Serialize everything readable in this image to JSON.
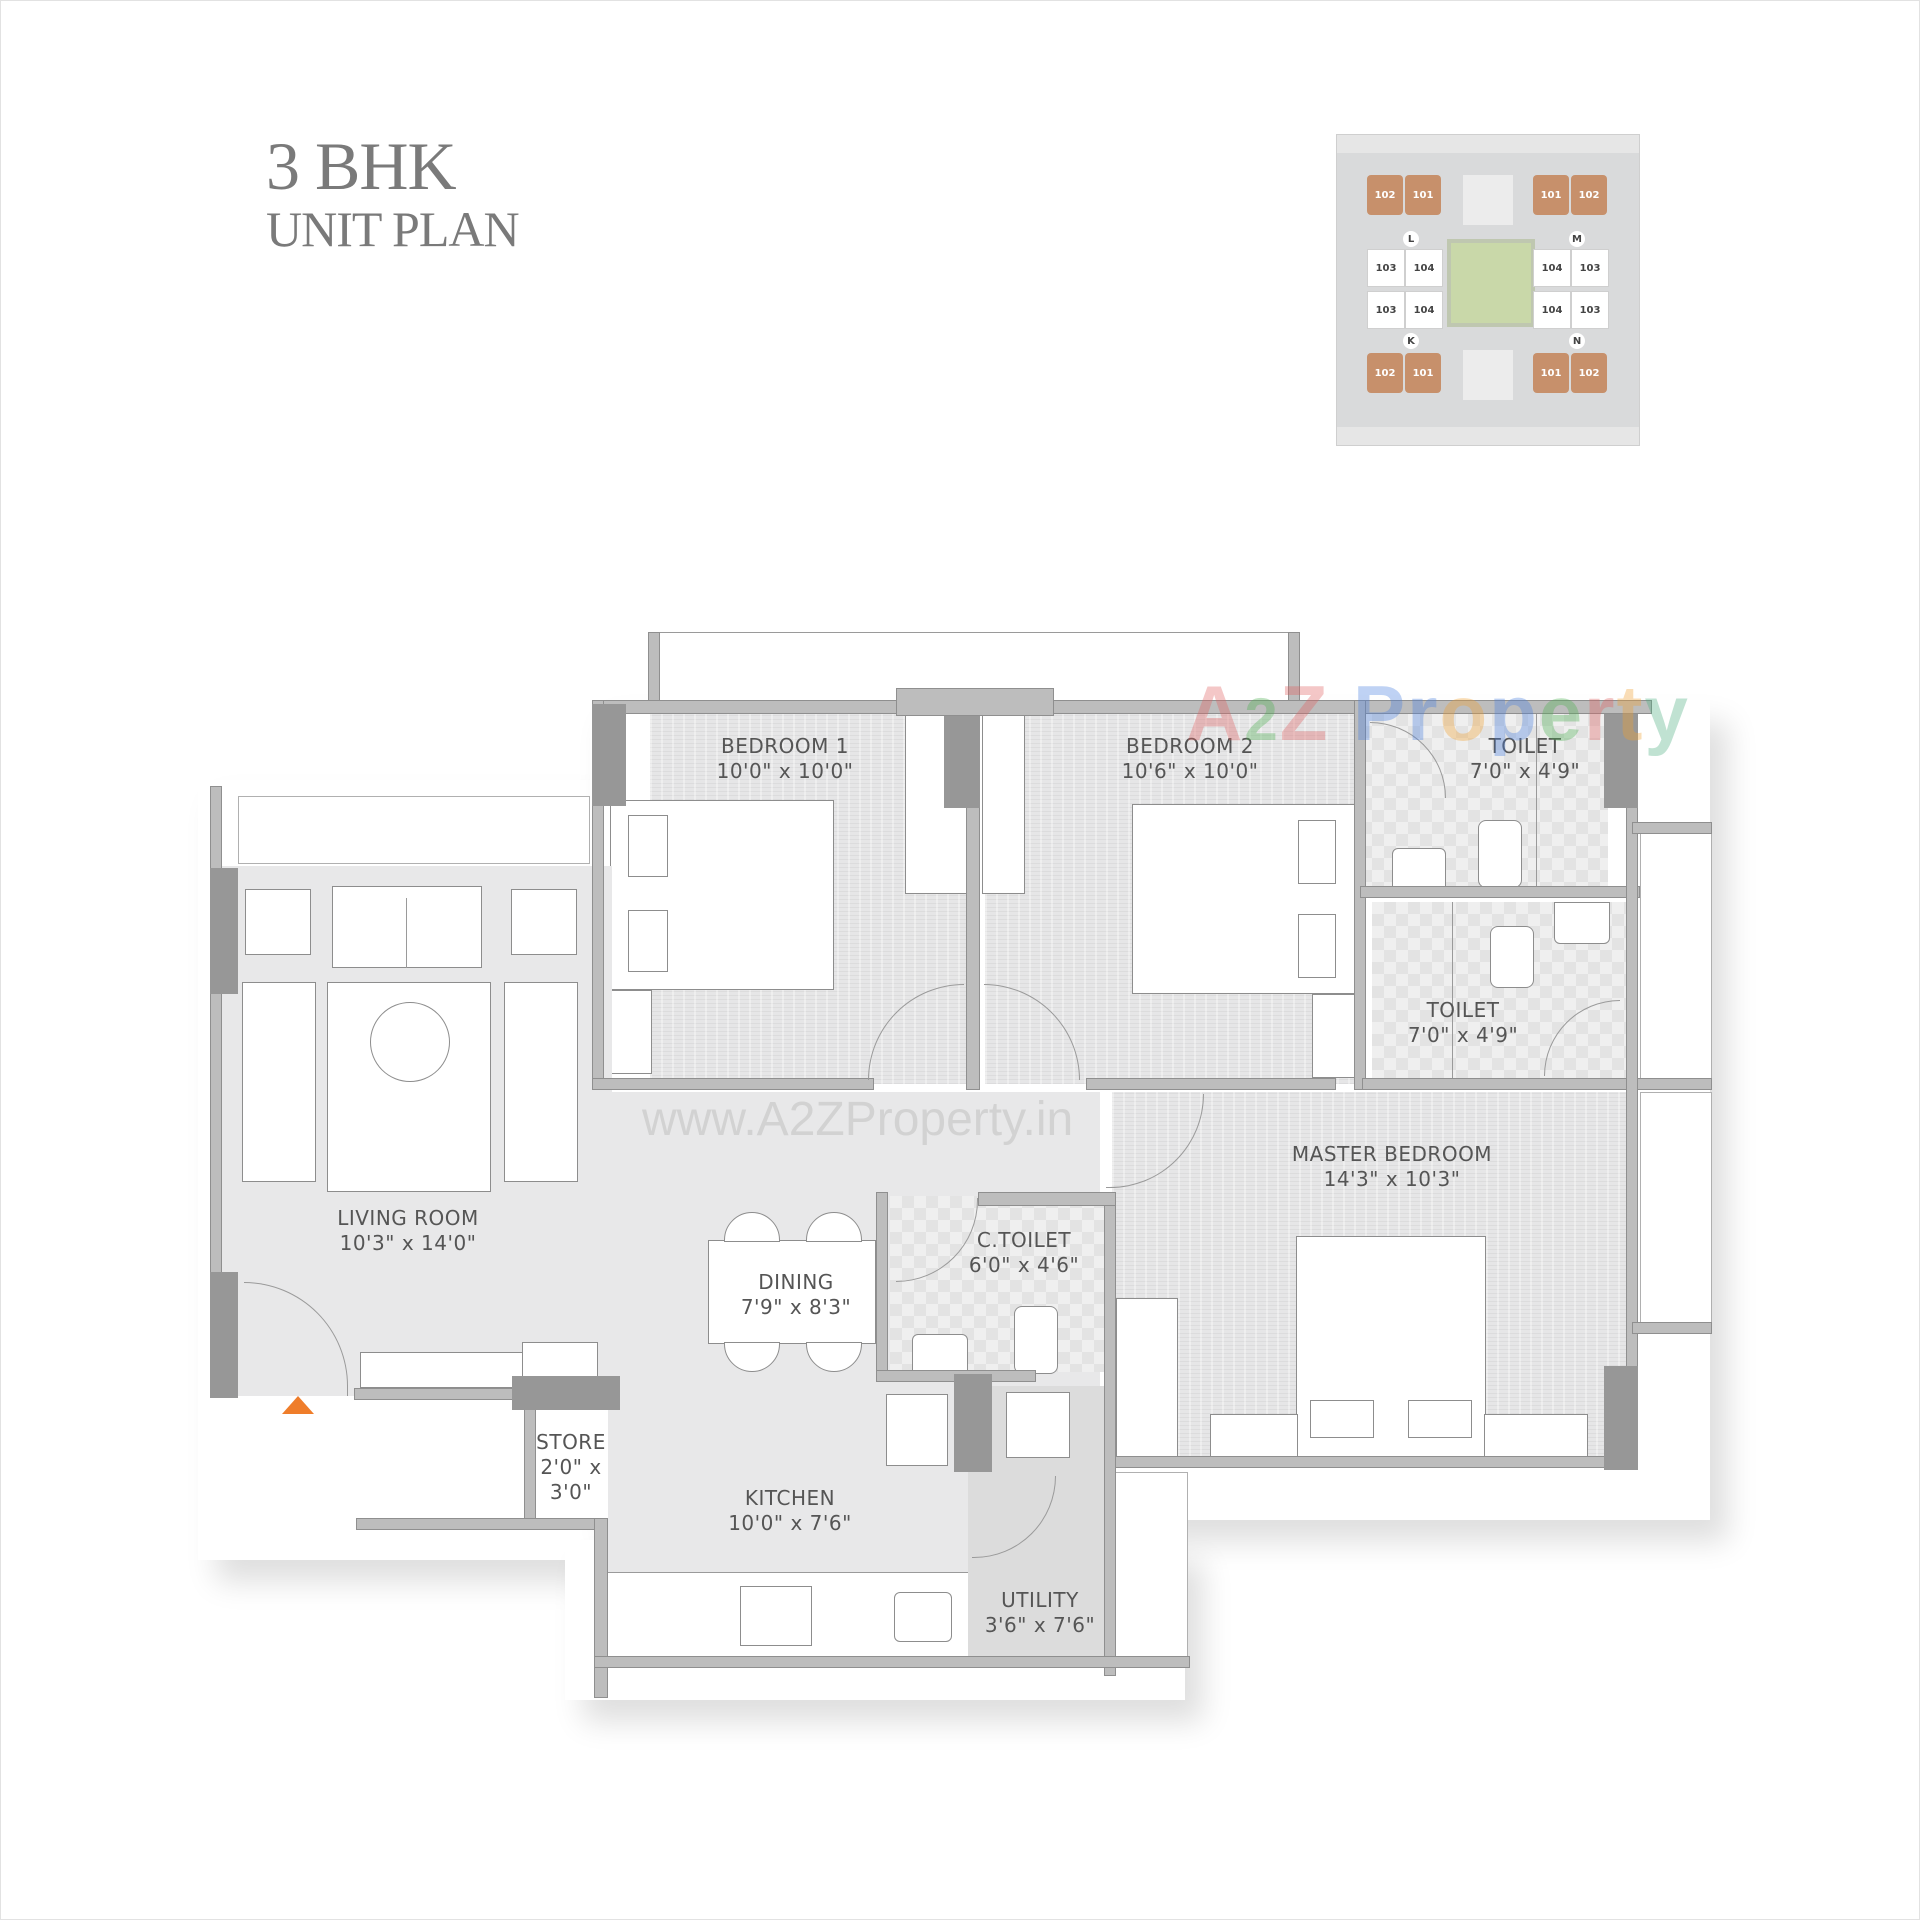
{
  "header": {
    "title_line1": "3 BHK",
    "title_line2": "UNIT PLAN"
  },
  "key_plan": {
    "units": [
      {
        "tower": "L",
        "label": "102",
        "color": "#c7906b"
      },
      {
        "tower": "L",
        "label": "101",
        "color": "#c7906b"
      },
      {
        "tower": "M",
        "label": "101",
        "color": "#c7906b"
      },
      {
        "tower": "M",
        "label": "102",
        "color": "#c7906b"
      },
      {
        "tower": "L",
        "label": "103"
      },
      {
        "tower": "L",
        "label": "104"
      },
      {
        "tower": "M",
        "label": "104"
      },
      {
        "tower": "M",
        "label": "103"
      },
      {
        "tower": "K",
        "label": "103"
      },
      {
        "tower": "K",
        "label": "104"
      },
      {
        "tower": "N",
        "label": "104"
      },
      {
        "tower": "N",
        "label": "103"
      },
      {
        "tower": "K",
        "label": "102",
        "color": "#c7906b"
      },
      {
        "tower": "K",
        "label": "101",
        "color": "#c7906b"
      },
      {
        "tower": "N",
        "label": "101",
        "color": "#c7906b"
      },
      {
        "tower": "N",
        "label": "102",
        "color": "#c7906b"
      }
    ],
    "cores": [
      "L",
      "M",
      "K",
      "N"
    ],
    "highlight_color": "#c7906b",
    "courtyard_color": "#c9d8a9"
  },
  "rooms": {
    "bedroom1": {
      "name": "BEDROOM 1",
      "size": "10'0\" x 10'0\""
    },
    "bedroom2": {
      "name": "BEDROOM 2",
      "size": "10'6\" x 10'0\""
    },
    "toilet1": {
      "name": "TOILET",
      "size": "7'0\" x 4'9\""
    },
    "toilet2": {
      "name": "TOILET",
      "size": "7'0\" x 4'9\""
    },
    "master_bedroom": {
      "name": "MASTER BEDROOM",
      "size": "14'3\" x 10'3\""
    },
    "living_room": {
      "name": "LIVING ROOM",
      "size": "10'3\" x 14'0\""
    },
    "dining": {
      "name": "DINING",
      "size": "7'9\" x 8'3\""
    },
    "c_toilet": {
      "name": "C.TOILET",
      "size": "6'0\" x 4'6\""
    },
    "store": {
      "name": "STORE",
      "size_l1": "2'0\" x",
      "size_l2": "3'0\""
    },
    "kitchen": {
      "name": "KITCHEN",
      "size": "10'0\" x 7'6\""
    },
    "utility": {
      "name": "UTILITY",
      "size": "3'6\" x 7'6\""
    }
  },
  "entry_marker": {
    "icon": "entry-triangle-icon",
    "color": "#ef7d2a"
  },
  "watermark": {
    "logo_parts": [
      {
        "text": "A",
        "color": "#e06060"
      },
      {
        "text": "2",
        "color": "#4caf50"
      },
      {
        "text": "Z",
        "color": "#e06060"
      },
      {
        "text": " P",
        "color": "#4a80e0"
      },
      {
        "text": "r",
        "color": "#4a80e0"
      },
      {
        "text": "o",
        "color": "#f0a030"
      },
      {
        "text": "p",
        "color": "#4a80e0"
      },
      {
        "text": "e",
        "color": "#4caf50"
      },
      {
        "text": "r",
        "color": "#e06060"
      },
      {
        "text": "t",
        "color": "#f0a030"
      },
      {
        "text": "y",
        "color": "#4caf80"
      }
    ],
    "url": "www.A2ZProperty.in"
  }
}
